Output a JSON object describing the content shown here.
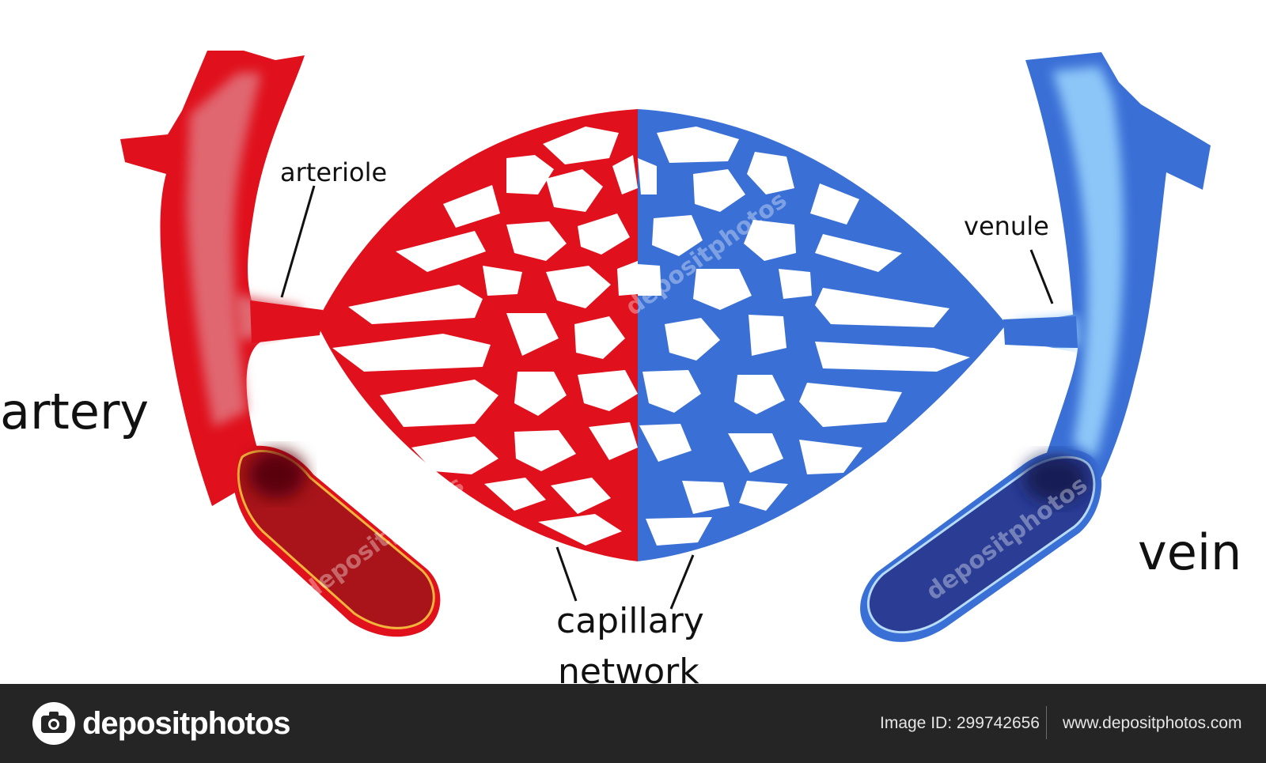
{
  "diagram": {
    "labels": {
      "artery": "artery",
      "vein": "vein",
      "arteriole": "arteriole",
      "venule": "venule",
      "capillary_line1": "capillary",
      "capillary_line2": "network"
    },
    "colors": {
      "artery_red": "#e0101c",
      "artery_highlight": "#e06670",
      "artery_section": "#a8141a",
      "artery_rim": "#f2b43c",
      "vein_blue": "#3a6fd6",
      "vein_highlight": "#8cc6f8",
      "vein_section": "#2a3c94",
      "vein_rim": "#b8dcf8"
    }
  },
  "watermark": {
    "text": "depositphotos"
  },
  "footer": {
    "brand": "depositphotos",
    "image_id": "Image ID: 299742656",
    "url": "www.depositphotos.com"
  }
}
